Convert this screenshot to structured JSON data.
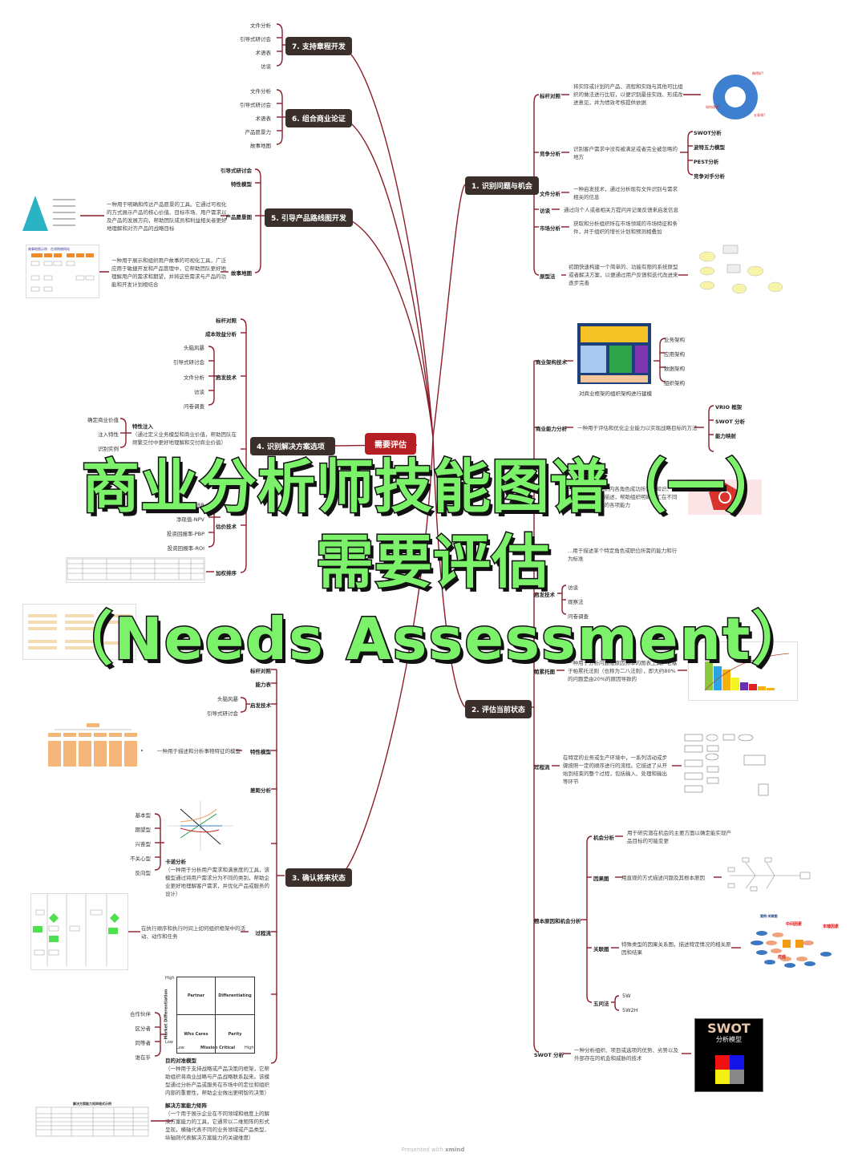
{
  "root": {
    "label": "需要评估"
  },
  "title_overlay": {
    "line1": "商业分析师技能图谱（一）",
    "line2": "需要评估",
    "line3": "（Needs Assessment）"
  },
  "branches": {
    "b1": {
      "label": "1. 识别问题与机会",
      "children": [
        {
          "label": "标杆对照",
          "desc": "将实际或计划的产品、流程和实践与其他可比组织的做法进行比较，以便识别最佳实践、形成改进意见，并为绩效考核提供依据"
        },
        {
          "label": "竞争分析",
          "desc": "识别客户需求中没有被满足或者完全被忽略的地方",
          "sub": [
            "SWOT分析",
            "波特五力模型",
            "PEST分析",
            "竞争对手分析"
          ]
        },
        {
          "label": "文件分析",
          "desc": "一种启发技术，通过分析现有文件识别与需求相关的信息"
        },
        {
          "label": "访谈",
          "desc": "通过向个人或者相关方提问并记录反馈来启发信息"
        },
        {
          "label": "市场分析",
          "desc": "获取和分析组织所在市场领域的市场特征和条件，并于组织的增长计划和预测相叠加"
        },
        {
          "label": "原型法",
          "desc": "初期快速构建一个简单的、功能有限的系统原型或者解决方案，以便通过用户反馈和迭代改进来逐步完善"
        }
      ]
    },
    "b2": {
      "label": "2. 评估当前状态",
      "children": [
        {
          "label": "商业架构技术",
          "caption": "对商业框架的组织架构进行建模",
          "sub": [
            "业务架构",
            "应用架构",
            "数据架构",
            "组织架构"
          ]
        },
        {
          "label": "商业能力分析",
          "desc": "一种用于评估和优化企业能力以实现战略目标的方法",
          "sub": [
            "VRIO 框架",
            "SWOT 分析",
            "能力映射"
          ]
        },
        {
          "label": "能力模型",
          "desc": "...定义和描述组织内各角色成功所需的知识、技能和行为的详细描述，帮助组织明确员工在不同角色中成功所需的各项能力"
        },
        {
          "label": "胜任力",
          "desc": "...用于描述某个特定角色或职位所需的能力和行为标准"
        },
        {
          "label": "启发技术",
          "sub": [
            "访谈",
            "观察法",
            "问卷调查"
          ]
        },
        {
          "label": "帕累托图",
          "desc": "一种用于分析问题或原因频率的图表工具。它基于帕累托法则（也称为二八法则），即大约80%的问题是由20%的原因导致的"
        },
        {
          "label": "过程流",
          "desc": "在特定的业务或生产环境中，一系列活动或步骤按照一定的顺序进行的流程。它描述了从开始到结束的整个过程，包括输入、处理和输出等环节"
        },
        {
          "label": "根本原因和机会分析",
          "sub_items": [
            {
              "label": "机会分析",
              "desc": "用于研究潜在机会的主要方面以确定能实现产品目标的可能变更"
            },
            {
              "label": "因果图",
              "desc": "用直观的方式描述问题及其根本原因"
            },
            {
              "label": "关联图",
              "desc": "特殊类型的因果关系图，描述特定情况的相关原因和结果",
              "thumb_labels": [
                "案例-关联图",
                "中间因素",
                "末端因素",
                "症结"
              ]
            },
            {
              "label": "五问法",
              "sub": [
                "5W",
                "5W2H"
              ]
            }
          ]
        },
        {
          "label": "SWOT 分析",
          "desc": "一种分析组织、项目或选项的优势、劣势以及外部存在的机会和威胁的技术",
          "thumb": {
            "title": "SWOT",
            "subtitle": "分析模型"
          }
        }
      ]
    },
    "b3": {
      "label": "3. 确认将来状态",
      "children": [
        {
          "label": "标杆对照"
        },
        {
          "label": "能力表"
        },
        {
          "label": "启发技术",
          "sub": [
            "头脑风暴",
            "引导式研讨会"
          ]
        },
        {
          "label": "特性模型",
          "desc": "一种用于描述和分析事物特征的模型"
        },
        {
          "label": "差距分析"
        },
        {
          "label": "卡诺分析",
          "desc": "（一种用于分析用户需求和满意度的工具，该模型通过将用户需求分为不同的类别，帮助企业更好地理解客户需求，并优化产品或服务的设计）",
          "sub": [
            "基本型",
            "期望型",
            "兴奋型",
            "不关心型",
            "反向型"
          ]
        },
        {
          "label": "过程流",
          "desc": "在执行顺序和执行时间上如何组织框架中的活动、动作和任务"
        },
        {
          "label": "目的对准模型",
          "desc": "（一种用于支持战略或产品决策的框架，它帮助组织将商业战略与产品战略联系起来。该模型通过分析产品或服务在市场中的定位和组织内部的重要性，帮助企业做出更明智的决策）",
          "sub": [
            "合作伙伴",
            "区分者",
            "同等者",
            "谁在乎"
          ],
          "matrix": {
            "y_axis": "Market Differentiation",
            "x_axis": "Mission Critical",
            "high": "High",
            "low": "Low",
            "cells": [
              "Partner",
              "Differentiating",
              "Who Cares",
              "Parity"
            ]
          }
        },
        {
          "label": "解决方案能力矩阵",
          "desc": "（一个用于展示企业在不同领域和维度上的解决方案能力的工具，它通常以二维矩阵的形式呈现，横轴代表不同的业务领域或产品类型，纵轴则代表解决方案能力的关键维度）",
          "thumb_title": "解决方案能力矩阵格式示例"
        }
      ]
    },
    "b4": {
      "label": "4. 识别解决方案选项",
      "children": [
        {
          "label": "标杆对照"
        },
        {
          "label": "成本效益分析"
        },
        {
          "label": "启发技术",
          "sub": [
            "头脑风暴",
            "引导式研讨会",
            "文件分析",
            "访谈",
            "问卷调查"
          ]
        },
        {
          "label": "特性注入",
          "desc": "（通过定义业务模型和商业价值，帮助团队在频繁交付中更好地理解和交付商业价值）",
          "sub": [
            "确定商业价值",
            "注入特性",
            "识别实例"
          ]
        },
        {
          "label": "估价技术",
          "sub": [
            "内部收益率-IRR",
            "净现值-NPV",
            "投资回报率-PBP",
            "投资回报率-ROI"
          ]
        },
        {
          "label": "加权排序"
        }
      ]
    },
    "b5": {
      "label": "5. 引导产品路线图开发",
      "children": [
        {
          "label": "引导式研讨会"
        },
        {
          "label": "特性模型"
        },
        {
          "label": "产品愿景图",
          "desc": "一种用于明确和传达产品愿景的工具。它通过可视化的方式展示产品的核心价值、目标市场、用户需求以及产品的发展方向，帮助团队成员和利益相关者更好地理解和对齐产品的战略目标"
        },
        {
          "label": "故事地图",
          "desc": "一种用于展示和组织用户故事的可视化工具，广泛应用于敏捷开发和产品管理中，它帮助团队更好地理解用户的需求和期望，并将这些需求与产品的功能和开发计划相结合",
          "thumb_title": "故事地图示例 - 在线购物网站"
        }
      ]
    },
    "b6": {
      "label": "6. 组合商业论证",
      "children": [
        {
          "label": "文件分析"
        },
        {
          "label": "引导式研讨会"
        },
        {
          "label": "术语表"
        },
        {
          "label": "产品愿景力"
        },
        {
          "label": "故事地图"
        }
      ]
    },
    "b7": {
      "label": "7. 支持章程开发",
      "children": [
        {
          "label": "文件分析"
        },
        {
          "label": "引导式研讨会"
        },
        {
          "label": "术语表"
        },
        {
          "label": "访谈"
        }
      ]
    }
  },
  "footer": {
    "prefix": "Presented with",
    "brand": "xmind"
  },
  "colors": {
    "line": "#8b1c2a",
    "node_bg": "#3a2f2a",
    "root_bg": "#b51f24",
    "overlay_fill": "#7cf26a",
    "overlay_stroke": "#111111"
  }
}
